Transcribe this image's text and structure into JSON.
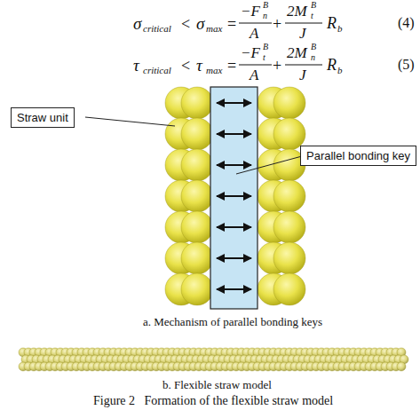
{
  "diagram": {
    "caption": "Figure 2   Formation of the flexible straw model",
    "nodes": [
      {
        "text": [
          "Straw unit"
        ]
      },
      {
        "text": [
          "Parallel bonding key"
        ]
      }
    ],
    "labels": [
      "σ",
      "critical",
      "<",
      "σ",
      "max",
      "=",
      "−F",
      "n",
      "B",
      "A",
      "+",
      "2M",
      "t",
      "B",
      "J",
      "R",
      "b",
      "(4)",
      "τ",
      "critical",
      "<",
      "τ",
      "max",
      "=",
      "−F",
      "t",
      "B",
      "A",
      "+",
      "2M",
      "n",
      "B",
      "J",
      "R",
      "b",
      "(5)",
      "a. Mechanism of parallel bonding keys",
      "b. Flexible straw model"
    ]
  }
}
